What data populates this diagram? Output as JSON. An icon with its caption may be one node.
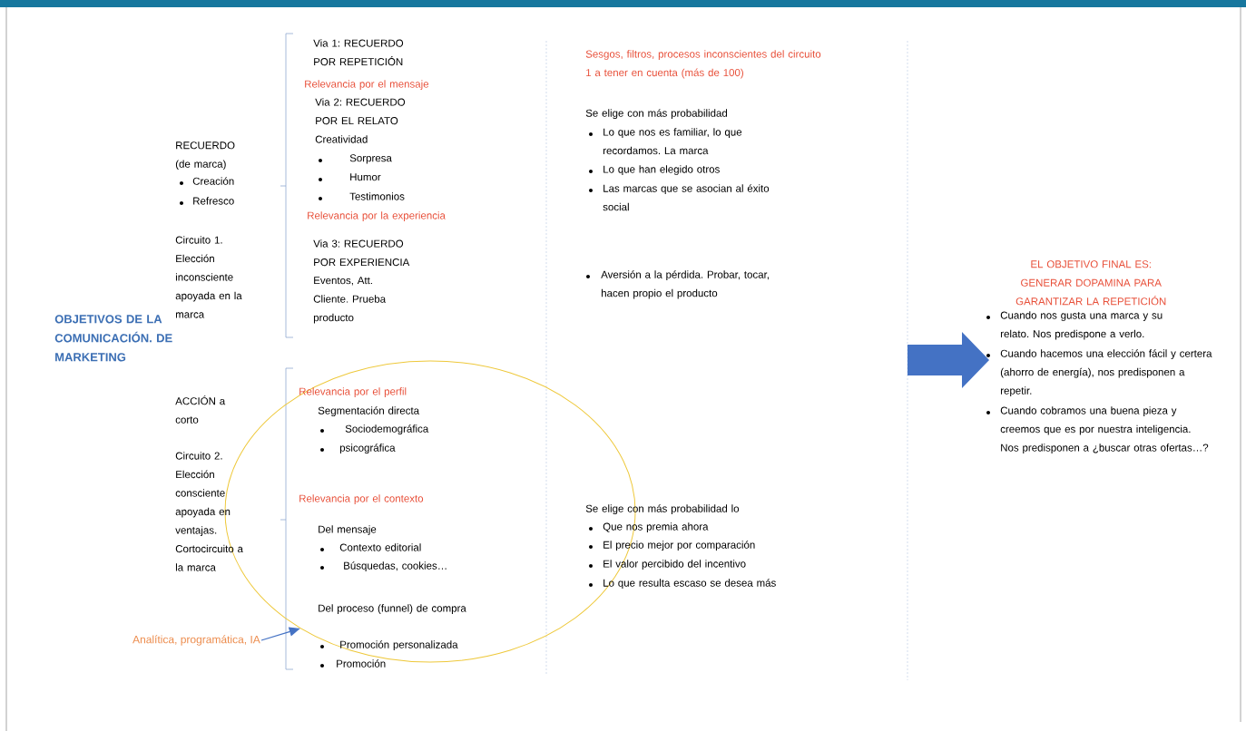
{
  "diagram": {
    "nodes": [
      {
        "text": [
          "Analítica, programática, IA"
        ]
      },
      {
        "text": [],
        "shape": "circle"
      }
    ],
    "edges": [
      {
        "from": 0,
        "to": 1,
        "arrow": "to"
      }
    ],
    "labels": [
      "OBJETIVOS DE LA COMUNICACIÓN. DE MARKETING",
      "RECUERDO (de marca)",
      "Creación",
      "Refresco",
      "Circuito 1. Elección inconsciente apoyada en la marca",
      "ACCIÓN a corto",
      "Circuito 2. Elección consciente apoyada en ventajas. Cortocircuito a la marca",
      "Via 1: RECUERDO POR REPETICIÓN",
      "Relevancia por el mensaje",
      "Via 2: RECUERDO POR EL RELATO",
      "Creatividad",
      "Sorpresa",
      "Humor",
      "Testimonios",
      "Relevancia por la experiencia",
      "Via 3: RECUERDO POR EXPERIENCIA",
      "Eventos, Att. Cliente. Prueba producto",
      "Relevancia por el perfil",
      "Segmentación directa",
      "Sociodemográfica",
      "psicográfica",
      "Relevancia por el contexto",
      "Del mensaje",
      "Contexto editorial",
      "Búsquedas, cookies…",
      "Del proceso (funnel) de compra",
      "Promoción personalizada",
      "Promoción",
      "Sesgos, filtros, procesos inconscientes del circuito 1 a tener en cuenta (más de 100)",
      "Se elige con más probabilidad",
      "Lo que nos es familiar, lo que recordamos. La marca",
      "Lo que han elegido otros",
      "Las marcas que se asocian al éxito social",
      "Aversión a la pérdida. Probar, tocar, hacen propio el producto",
      "Se elige con más probabilidad  lo",
      "Que nos premia ahora",
      "El precio mejor por comparación",
      "El valor percibido del incentivo",
      "Lo que resulta escaso se desea más",
      "EL OBJETIVO FINAL ES: GENERAR DOPAMINA PARA GARANTIZAR LA REPETICIÓN",
      "Cuando nos gusta una marca y su relato. Nos predispone a verlo.",
      "Cuando hacemos una elección fácil y certera (ahorro de energía), nos predisponen a repetir.",
      "Cuando cobramos una buena pieza y creemos que es por nuestra inteligencia. Nos predisponen a ¿buscar otras ofertas…?"
    ]
  }
}
